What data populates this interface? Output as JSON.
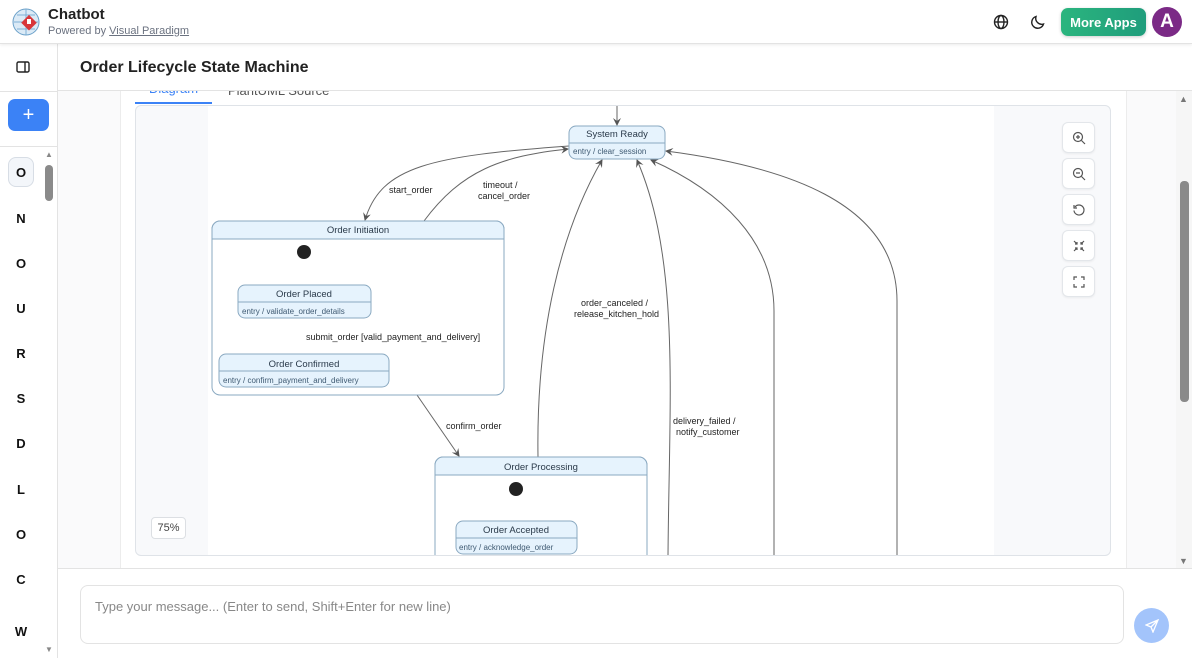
{
  "header": {
    "title": "Chatbot",
    "powered_prefix": "Powered by ",
    "powered_link": "Visual Paradigm",
    "more_apps": "More Apps",
    "avatar_initial": "A"
  },
  "sidebar": {
    "new_chat": "+",
    "conversations": [
      "O",
      "N",
      "O",
      "U",
      "R",
      "S",
      "D",
      "L",
      "O",
      "C",
      "W"
    ]
  },
  "page": {
    "title": "Order Lifecycle State Machine"
  },
  "tabs": [
    {
      "label": "Diagram",
      "active": true
    },
    {
      "label": "PlantUML Source",
      "active": false
    }
  ],
  "diagram": {
    "zoom_level": "75%",
    "states": {
      "system_ready": {
        "name": "System Ready",
        "entry": "entry / clear_session"
      },
      "order_initiation": {
        "name": "Order Initiation"
      },
      "order_placed": {
        "name": "Order Placed",
        "entry": "entry / validate_order_details"
      },
      "order_confirmed": {
        "name": "Order Confirmed",
        "entry": "entry / confirm_payment_and_delivery"
      },
      "order_processing": {
        "name": "Order Processing"
      },
      "order_accepted": {
        "name": "Order Accepted",
        "entry": "entry / acknowledge_order"
      }
    },
    "transitions": {
      "start_order": "start_order",
      "timeout_1": "timeout /",
      "timeout_2": "cancel_order",
      "submit_order": "submit_order [valid_payment_and_delivery]",
      "confirm_order": "confirm_order",
      "order_canceled_1": "order_canceled /",
      "order_canceled_2": "release_kitchen_hold",
      "delivery_failed_1": "delivery_failed /",
      "delivery_failed_2": "notify_customer"
    }
  },
  "composer": {
    "placeholder": "Type your message... (Enter to send, Shift+Enter for new line)"
  },
  "colors": {
    "accent": "#3b82f6",
    "more_apps": "#22a67d",
    "avatar": "#7b2a86",
    "state_fill": "#e6f3fd",
    "state_border": "#8aa9c1"
  }
}
